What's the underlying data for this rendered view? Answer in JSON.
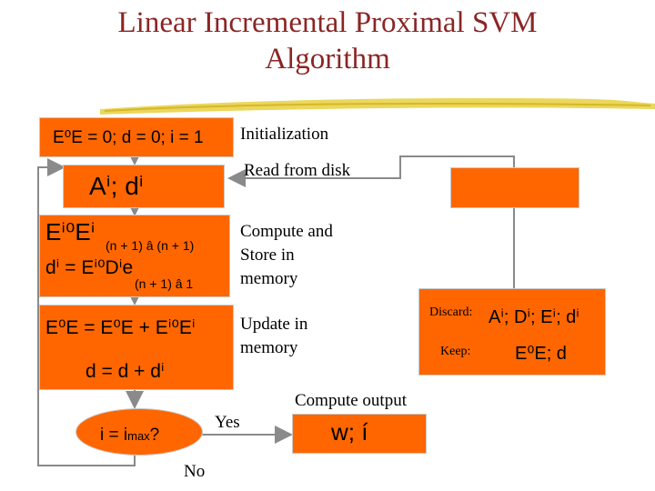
{
  "title": {
    "line1": "Linear Incremental Proximal SVM",
    "line2": "Algorithm"
  },
  "colors": {
    "title": "#8b2525",
    "box_fill": "#ff6600",
    "arrow": "#8a8a8a",
    "brush": "#e8d040"
  },
  "steps": {
    "init": {
      "formula": "E⁰E = 0; d = 0; i = 1",
      "label": "Initialization"
    },
    "read": {
      "formula": "Aⁱ;  dⁱ",
      "label": "Read from disk"
    },
    "compute_store": {
      "line1": "Eⁱ⁰Eⁱ",
      "line1_sub": "(n + 1) â (n + 1)",
      "line2": "dⁱ = Eⁱ⁰Dⁱe",
      "line2_sub": "(n + 1) â 1",
      "label": [
        "Compute and",
        "Store in",
        "memory"
      ]
    },
    "update": {
      "line1": "E⁰E = E⁰E + Eⁱ⁰Eⁱ",
      "line2": "d = d + dⁱ",
      "label": [
        "Update in",
        "memory"
      ]
    },
    "check": {
      "formula_main": "i = i",
      "formula_sub": "max",
      "formula_end": "?",
      "yes": "Yes",
      "no": "No"
    },
    "output": {
      "formula": "w; í",
      "label": "Compute output"
    },
    "side": {
      "discard_label": "Discard:",
      "discard_formula": "Aⁱ; Dⁱ; Eⁱ; dⁱ",
      "keep_label": "Keep:",
      "keep_formula": "E⁰E; d"
    }
  }
}
